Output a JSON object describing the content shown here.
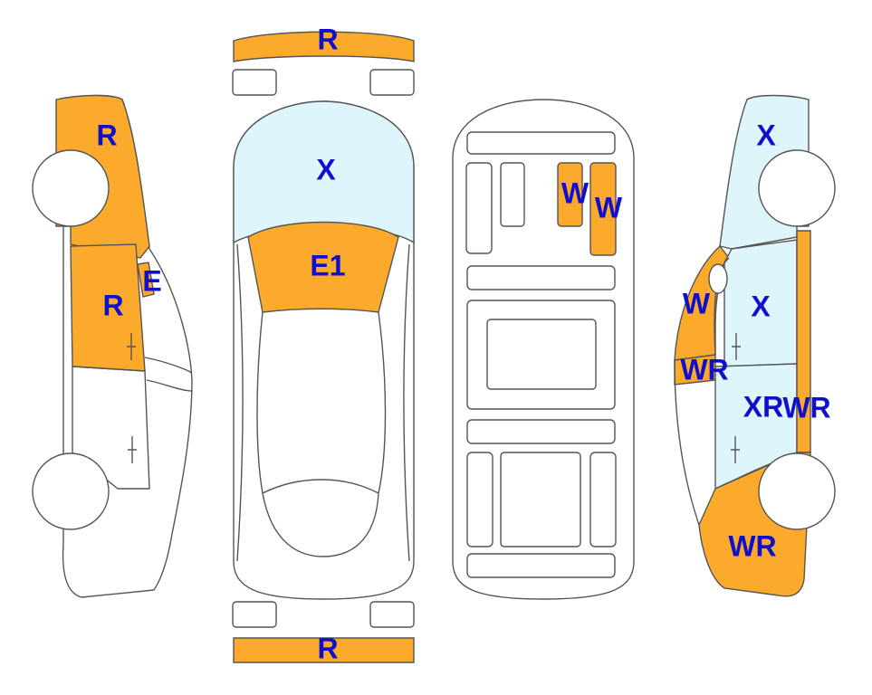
{
  "colors": {
    "R": "#FBAA2C",
    "E": "#FBAA2C",
    "E1": "#FBAA2C",
    "W": "#FBAA2C",
    "WR": "#FBAA2C",
    "X": "#DDF5FB",
    "XR": "#DDF5FB",
    "none": "#FFFFFF",
    "label": "#1010CC",
    "outline": "#555555"
  },
  "panels": {
    "left_quarter": "R",
    "left_front_door": "R",
    "left_front_window": "E",
    "roof_front": "X",
    "windshield": "E1",
    "front_bumper": "R",
    "rear_bumper": "R",
    "interior_seat_a": "W",
    "interior_seat_b": "W",
    "right_quarter": "X",
    "right_rear_window": "W",
    "right_rear_door": "X",
    "right_front_window": "WR",
    "right_front_door": "XR",
    "right_sill": "WR",
    "right_fender": "WR"
  },
  "labels": {
    "top_bumper": "R",
    "roof": "X",
    "windshield": "E1",
    "bottom_bumper": "R",
    "left_quarter": "R",
    "left_window": "E",
    "left_door": "R",
    "seat_a": "W",
    "seat_b": "W",
    "right_quarter": "X",
    "right_rear_window": "W",
    "right_rear_door": "X",
    "right_front_window": "WR",
    "right_front_door": "XR",
    "right_sill": "WR",
    "right_fender": "WR"
  }
}
